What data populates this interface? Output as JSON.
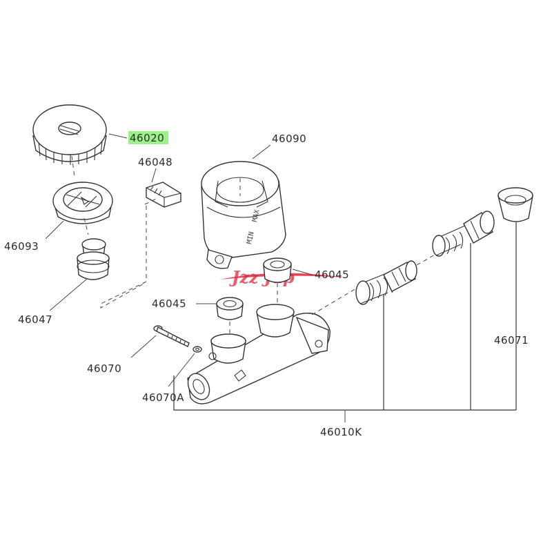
{
  "highlight_color": "#9cf28a",
  "logo_color": "#e0253a",
  "logo_text": "Jzz Jap",
  "parts": {
    "p46020": "46020",
    "p46090": "46090",
    "p46048": "46048",
    "p46093": "46093",
    "p46047": "46047",
    "p46045a": "46045",
    "p46045b": "46045",
    "p46070": "46070",
    "p46070a": "46070A",
    "p46071": "46071",
    "p46010k": "46010K"
  },
  "reservoir_marks": {
    "max": "MAX",
    "min": "MIN"
  }
}
